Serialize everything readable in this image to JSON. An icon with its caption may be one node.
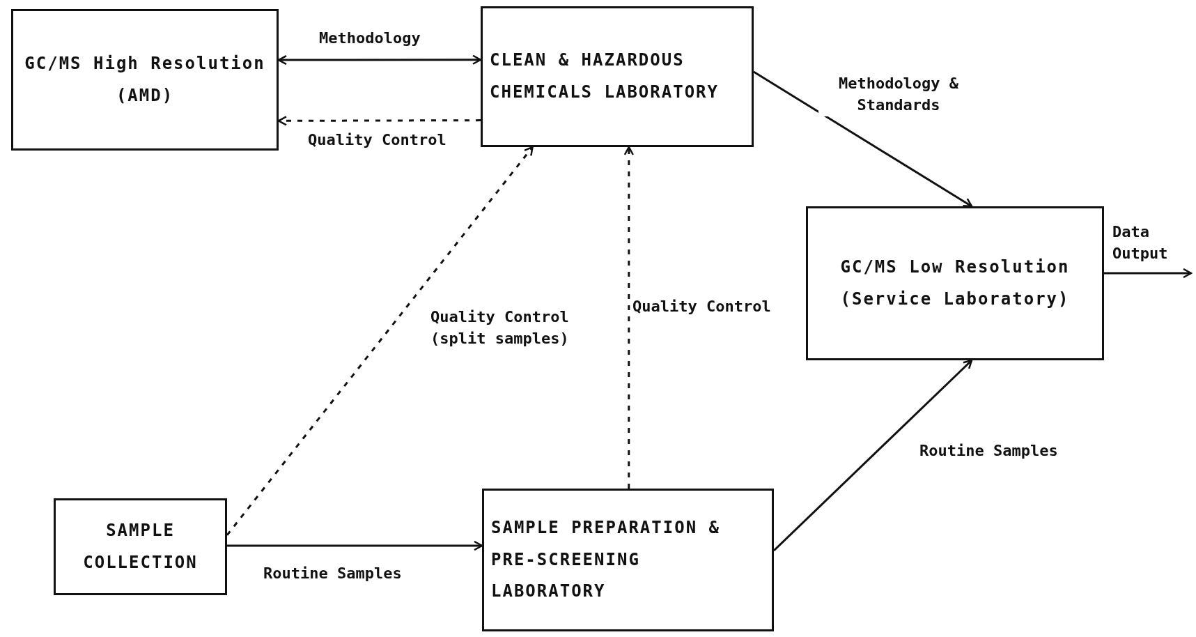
{
  "diagram": {
    "nodes": [
      {
        "text": [
          "GC/MS High Resolution (AMD)"
        ]
      },
      {
        "text": [
          "CLEAN & HAZARDOUS CHEMICALS LABORATORY"
        ]
      },
      {
        "text": [
          "GC/MS Low Resolution (Service Laboratory)"
        ]
      },
      {
        "text": [
          "SAMPLE COLLECTION"
        ]
      },
      {
        "text": [
          "SAMPLE PREPARATION & PRE-SCREENING LABORATORY"
        ]
      }
    ],
    "edges": [
      {
        "from": 0,
        "to": 1,
        "arrow": "both",
        "label": "Methodology"
      },
      {
        "from": 1,
        "to": 0,
        "arrow": "to",
        "style": "dashed",
        "label": "Quality Control"
      },
      {
        "from": 1,
        "to": 2,
        "arrow": "to",
        "label": "Methodology & Standards"
      },
      {
        "from": 2,
        "to": null,
        "arrow": "to",
        "label": "Data Output"
      },
      {
        "from": 3,
        "to": 1,
        "arrow": "to",
        "style": "dashed",
        "label": "Quality Control (split samples)"
      },
      {
        "from": 4,
        "to": 1,
        "arrow": "to",
        "style": "dashed",
        "label": "Quality Control"
      },
      {
        "from": 3,
        "to": 4,
        "arrow": "to",
        "label": "Routine Samples"
      },
      {
        "from": 4,
        "to": 2,
        "arrow": "to",
        "label": "Routine Samples"
      }
    ]
  }
}
